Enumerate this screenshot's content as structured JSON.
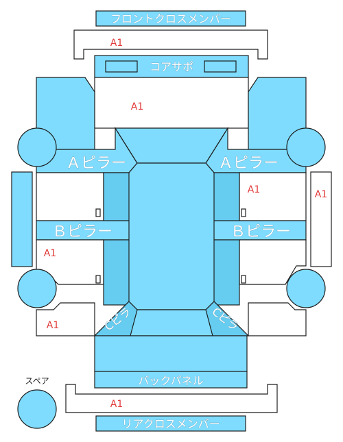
{
  "labels": {
    "front_cross_member": "フロントクロスメンバー",
    "core_support": "コアサポ",
    "a_pillar_left": "Ａピラー",
    "a_pillar_right": "Ａピラー",
    "b_pillar_left": "Ｂピラー",
    "b_pillar_right": "Ｂピラー",
    "back_panel": "バックパネル",
    "rear_cross_member": "リアクロスメンバー",
    "spare": "スペア",
    "c_pillar_left": "Cピラ",
    "c_pillar_right": "Cピラ"
  },
  "marks": {
    "front_cross_member": "A1",
    "front_hood": "A1",
    "right_front_door": "A1",
    "right_side_sill": "A1",
    "left_rear_door": "A1",
    "left_rear_quarter": "A1",
    "rear_cross_member": "A1"
  },
  "colors": {
    "panel": "#7fdcff",
    "panel_dark": "#66ccf0",
    "outline": "#1e1e1e",
    "mark": "#e23a3a"
  }
}
